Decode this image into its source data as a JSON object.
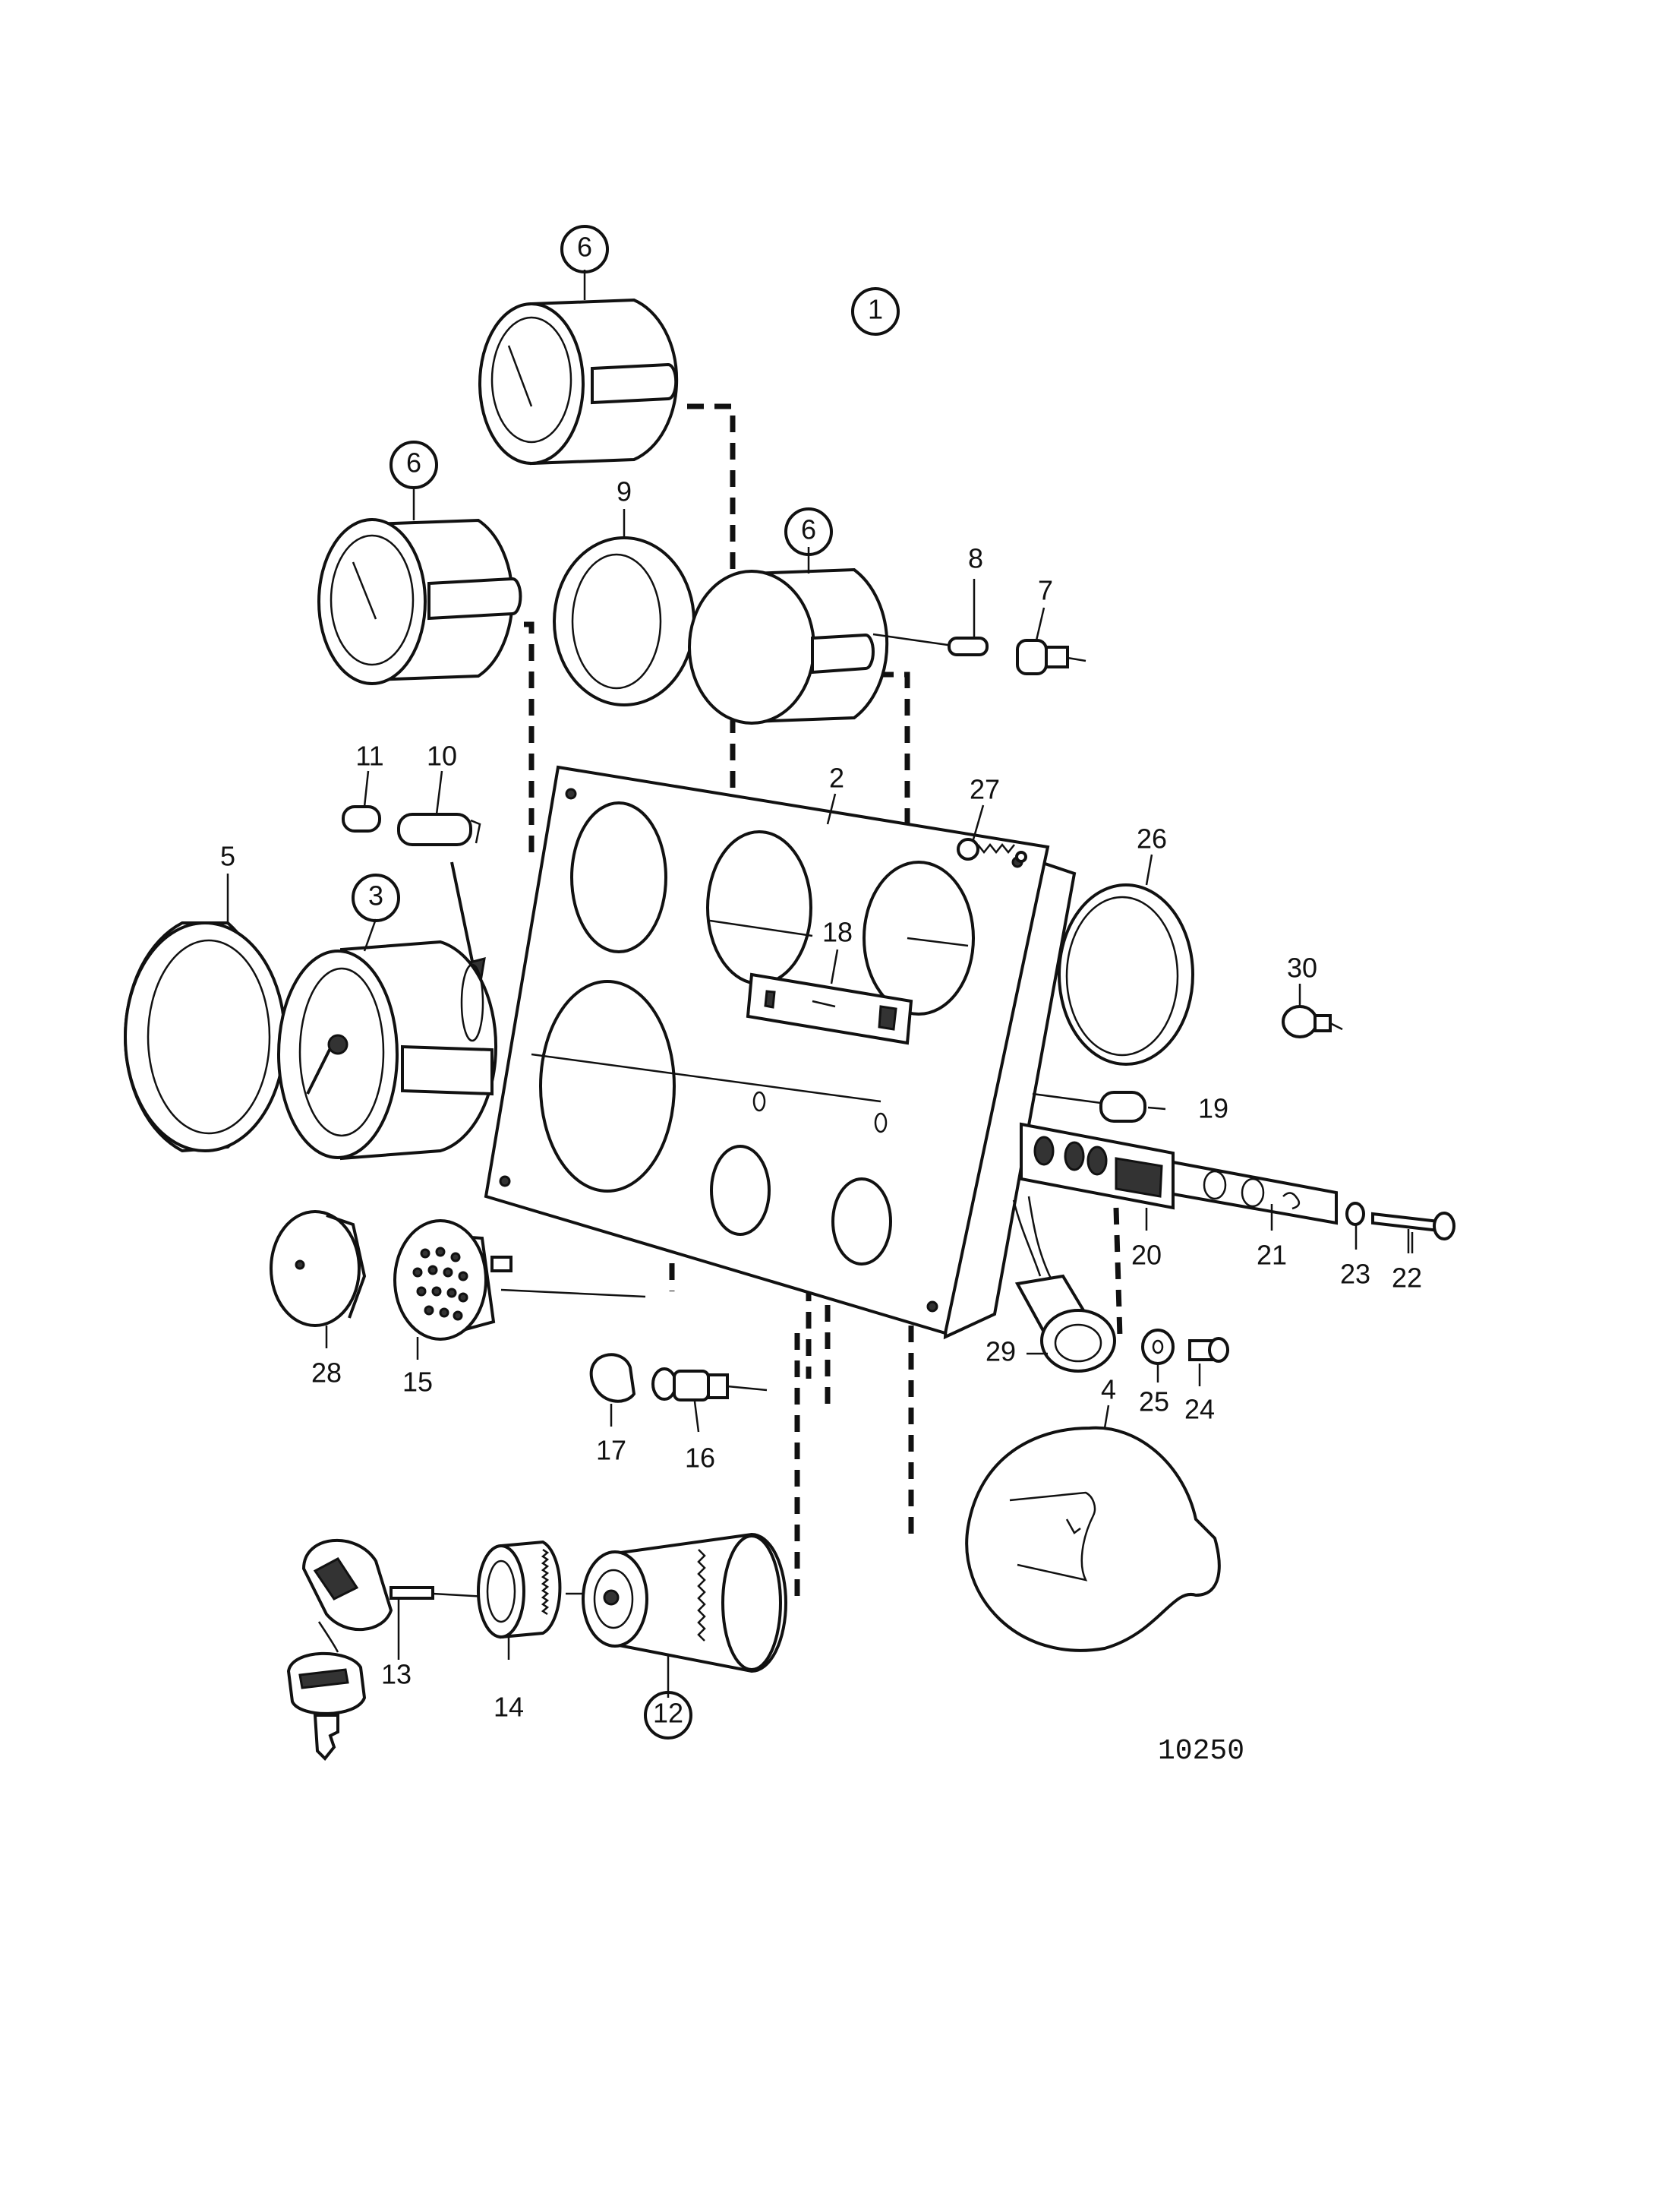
{
  "labels": {
    "l1": "1",
    "l2": "2",
    "l3": "3",
    "l4": "4",
    "l5": "5",
    "l6a": "6",
    "l6b": "6",
    "l6c": "6",
    "l7": "7",
    "l8": "8",
    "l9": "9",
    "l10": "10",
    "l11": "11",
    "l12": "12",
    "l13": "13",
    "l14": "14",
    "l15": "15",
    "l16": "16",
    "l17": "17",
    "l18": "18",
    "l19": "19",
    "l20": "20",
    "l21": "21",
    "l22": "22",
    "l23": "23",
    "l24": "24",
    "l25": "25",
    "l26": "26",
    "l27": "27",
    "l28": "28",
    "l29": "29",
    "l30": "30"
  },
  "reference": "10250"
}
